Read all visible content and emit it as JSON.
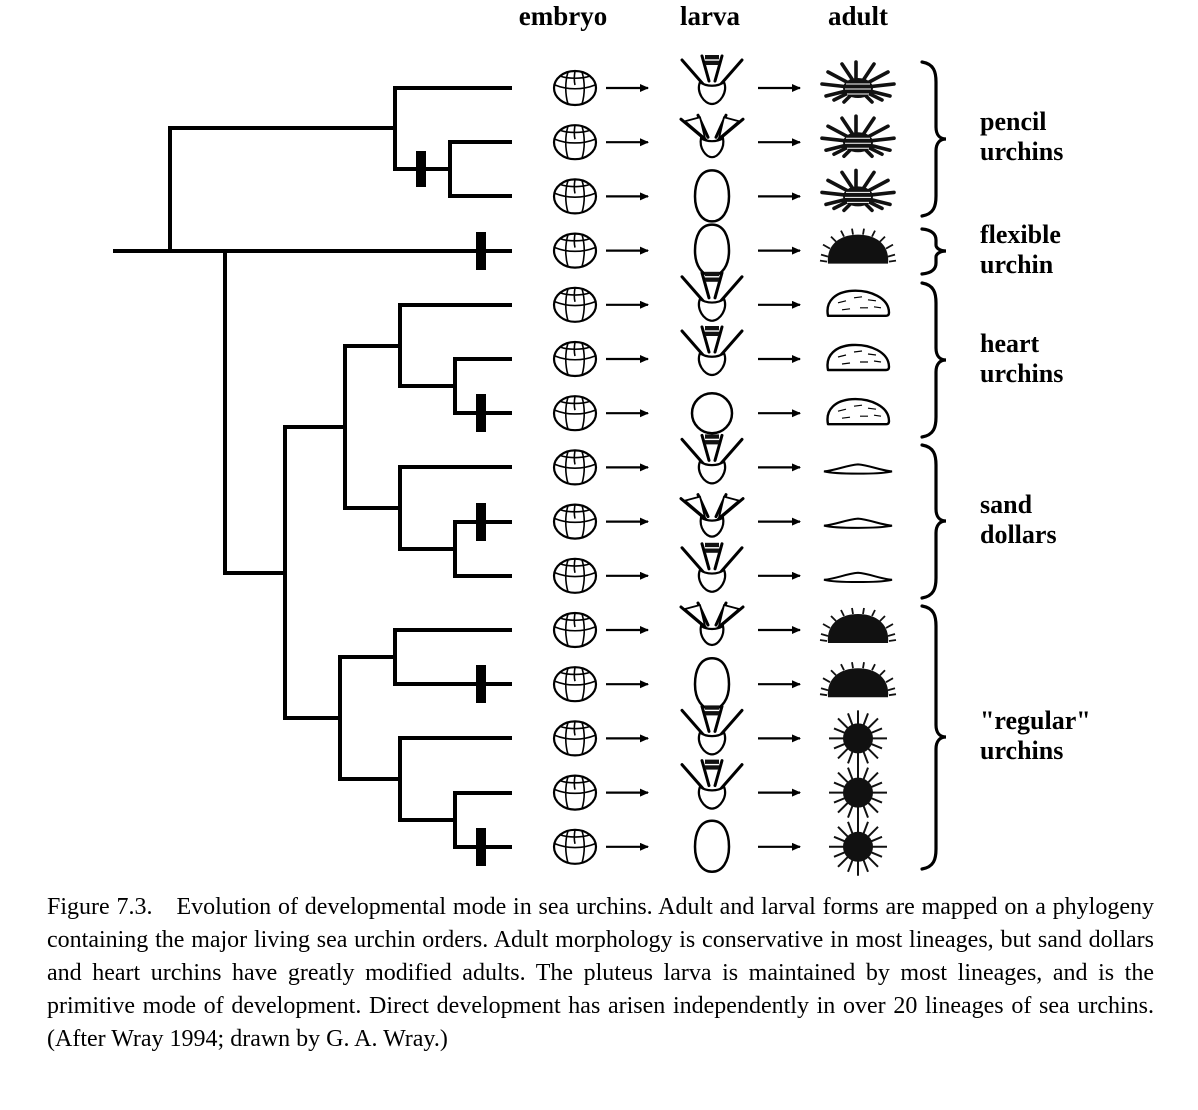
{
  "figure": {
    "columns": [
      "embryo",
      "larva",
      "adult"
    ],
    "groups": [
      {
        "label": "pencil\nurchins"
      },
      {
        "label": "flexible\nurchin"
      },
      {
        "label": "heart\nurchins"
      },
      {
        "label": "sand\ndollars"
      },
      {
        "label": "\"regular\"\nurchins"
      }
    ],
    "rows": [
      {
        "group": "pencil urchins",
        "embryo": "embryo",
        "larva": "pluteus",
        "adult": "pencil-urchin"
      },
      {
        "group": "pencil urchins",
        "embryo": "embryo",
        "larva": "pluteus-wide",
        "adult": "pencil-urchin"
      },
      {
        "group": "pencil urchins",
        "embryo": "embryo",
        "larva": "ovoid",
        "adult": "pencil-urchin"
      },
      {
        "group": "flexible urchin",
        "embryo": "embryo",
        "larva": "ovoid",
        "adult": "dark-dome"
      },
      {
        "group": "heart urchins",
        "embryo": "embryo",
        "larva": "pluteus",
        "adult": "heart-urchin"
      },
      {
        "group": "heart urchins",
        "embryo": "embryo",
        "larva": "pluteus",
        "adult": "heart-urchin"
      },
      {
        "group": "heart urchins",
        "embryo": "embryo",
        "larva": "circle",
        "adult": "heart-urchin"
      },
      {
        "group": "sand dollars",
        "embryo": "embryo",
        "larva": "pluteus",
        "adult": "sand-dollar"
      },
      {
        "group": "sand dollars",
        "embryo": "embryo",
        "larva": "pluteus-wide",
        "adult": "sand-dollar"
      },
      {
        "group": "sand dollars",
        "embryo": "embryo",
        "larva": "pluteus",
        "adult": "sand-dollar"
      },
      {
        "group": "\"regular\" urchins",
        "embryo": "embryo",
        "larva": "pluteus-wide",
        "adult": "dark-dome"
      },
      {
        "group": "\"regular\" urchins",
        "embryo": "embryo",
        "larva": "ovoid",
        "adult": "dark-dome"
      },
      {
        "group": "\"regular\" urchins",
        "embryo": "embryo",
        "larva": "pluteus",
        "adult": "spiny-urchin"
      },
      {
        "group": "\"regular\" urchins",
        "embryo": "embryo",
        "larva": "pluteus",
        "adult": "spiny-urchin"
      },
      {
        "group": "\"regular\" urchins",
        "embryo": "embryo",
        "larva": "ovoid",
        "adult": "spiny-urchin"
      }
    ],
    "change_tick_count": 6,
    "caption": "Figure 7.3.  Evolution of developmental mode in sea urchins. Adult and larval forms are mapped on a phylogeny containing the major living sea urchin orders. Adult morphology is conservative in most lineages, but sand dollars and heart urchins have greatly modified adults. The pluteus larva is maintained by most lineages, and is the primitive mode of development. Direct development has arisen independently in over 20 lineages of sea urchins. (After Wray 1994; drawn by G. A. Wray.)"
  }
}
